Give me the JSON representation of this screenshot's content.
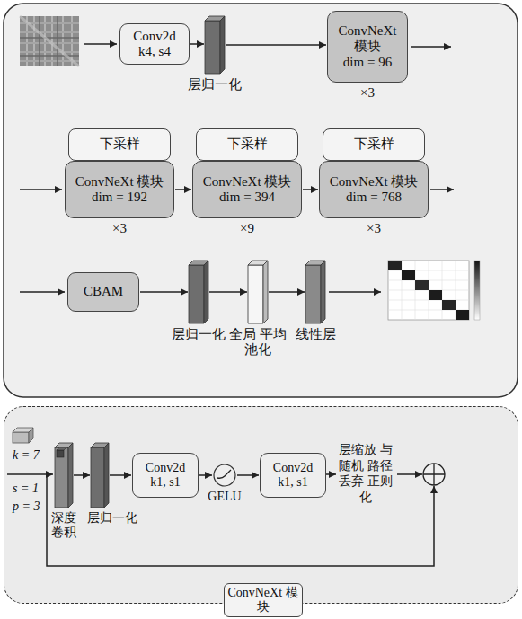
{
  "diagram": {
    "nodes": [
      {
        "text": [
          "Conv2d",
          "k4, s4"
        ]
      },
      {
        "text": [
          "层归一化"
        ]
      },
      {
        "text": [
          "ConvNeXt 模块",
          "dim = 96"
        ]
      },
      {
        "text": [
          "下采样"
        ]
      },
      {
        "text": [
          "ConvNeXt 模块",
          "dim = 192"
        ]
      },
      {
        "text": [
          "下采样"
        ]
      },
      {
        "text": [
          "ConvNeXt 模块",
          "dim = 394"
        ]
      },
      {
        "text": [
          "下采样"
        ]
      },
      {
        "text": [
          "ConvNeXt 模块",
          "dim = 768"
        ]
      },
      {
        "text": [
          "CBAM"
        ]
      },
      {
        "text": [
          "层归一化"
        ]
      },
      {
        "text": [
          "全局 平均池化"
        ]
      },
      {
        "text": [
          "线性层"
        ]
      },
      {
        "text": [
          "ConvNeXt 模块"
        ]
      },
      {
        "text": [
          "深度 卷积"
        ],
        "in": 13
      },
      {
        "text": [
          "层归一化"
        ],
        "in": 13
      },
      {
        "text": [
          "Conv2d",
          "k1, s1"
        ],
        "in": 13
      },
      {
        "text": [
          "GELU"
        ],
        "in": 13
      },
      {
        "text": [
          "Conv2d",
          "k1, s1"
        ],
        "in": 13
      }
    ],
    "edges": [
      {
        "from": 0,
        "to": 1,
        "arrow": "to"
      },
      {
        "from": 1,
        "to": 2,
        "arrow": "to"
      },
      {
        "from": 4,
        "to": 6,
        "arrow": "to"
      },
      {
        "from": 6,
        "to": 8,
        "arrow": "to"
      },
      {
        "from": 9,
        "to": 10,
        "arrow": "to"
      },
      {
        "from": 10,
        "to": 11,
        "arrow": "to"
      },
      {
        "from": 11,
        "to": 12,
        "arrow": "to"
      },
      {
        "from": 14,
        "to": 15,
        "arrow": "to"
      },
      {
        "from": 15,
        "to": 16,
        "arrow": "to"
      },
      {
        "from": 16,
        "to": 17,
        "arrow": "to"
      },
      {
        "from": 17,
        "to": 18,
        "arrow": "to"
      }
    ],
    "labels": [
      "×3",
      "×3",
      "×9",
      "×3",
      "k = 7",
      "s = 1",
      "p = 3",
      "层缩放 与随机 路径丢弃 正则化"
    ]
  }
}
